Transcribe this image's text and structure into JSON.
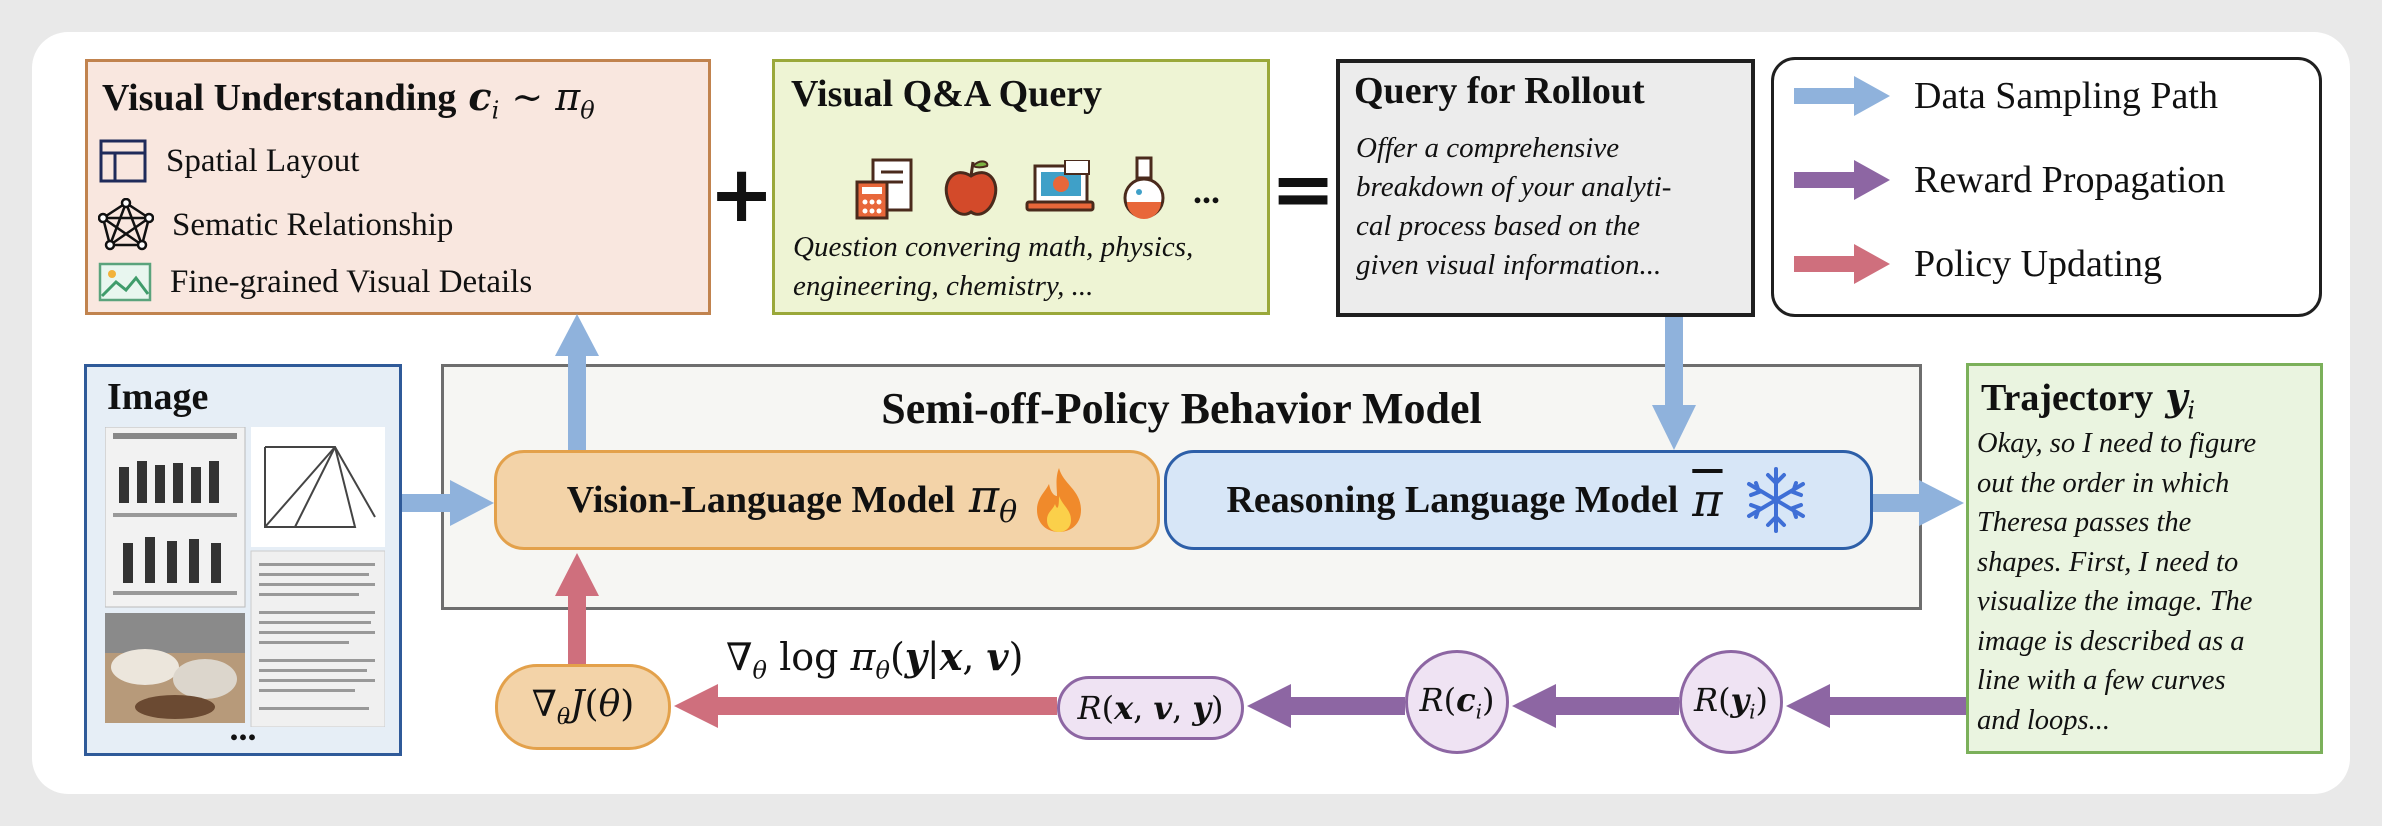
{
  "visual_understanding": {
    "title": "Visual Understanding",
    "items": [
      "Spatial Layout",
      "Sematic Relationship",
      "Fine-grained Visual Details"
    ]
  },
  "qa_query": {
    "title": "Visual Q&A Query",
    "ellipsis": "...",
    "text_line1": "Question convering math, physics,",
    "text_line2": "engineering, chemistry, ..."
  },
  "rollout_query": {
    "title": "Query for Rollout",
    "lines": [
      "Offer a comprehensive",
      "breakdown of your analyti-",
      "cal process based on the",
      "given visual information..."
    ]
  },
  "legend": {
    "items": [
      {
        "label": "Data Sampling Path",
        "color": "#8fb2dc"
      },
      {
        "label": "Reward Propagation",
        "color": "#8d66a3"
      },
      {
        "label": "Policy Updating",
        "color": "#cf6f7d"
      }
    ]
  },
  "image_box": {
    "title": "Image",
    "ellipsis": "..."
  },
  "behavior_model": {
    "title": "Semi-off-Policy Behavior Model",
    "vlm_label": "Vision-Language Model",
    "rlm_label": "Reasoning Language Model"
  },
  "trajectory": {
    "title": "Trajectory",
    "lines": [
      "Okay, so I need to figure",
      "out the order in which",
      "Theresa passes the",
      "shapes. First, I need to",
      "visualize the image. The",
      "image is described as a",
      "line with a few curves",
      "and loops..."
    ]
  },
  "operators": {
    "plus": "+",
    "equals": "="
  },
  "colors": {
    "sampling": "#8fb2dc",
    "reward": "#8d66a3",
    "policy": "#cf6f7d",
    "vu_bg": "#f9e7df",
    "qa_bg": "#eef4d4",
    "traj_bg": "#eaf4e0",
    "image_bg": "#e6eef6"
  },
  "icons": [
    "layout-icon",
    "graph-icon",
    "landscape-icon",
    "calculator-document-icon",
    "apple-icon",
    "laptop-chart-icon",
    "flask-icon",
    "fire-icon",
    "snowflake-icon"
  ]
}
